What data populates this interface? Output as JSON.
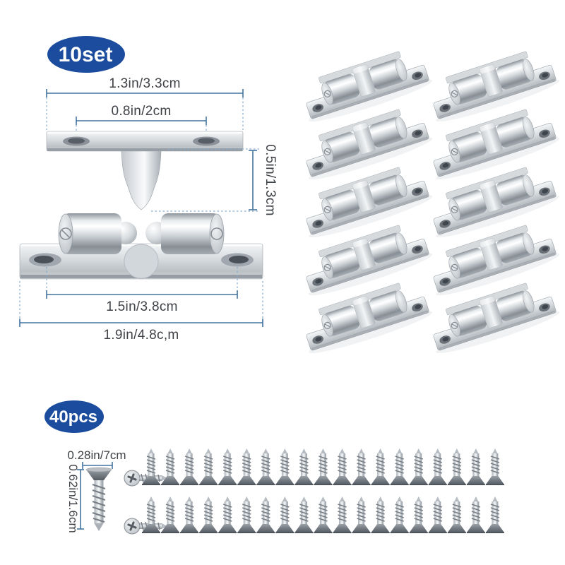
{
  "product": {
    "catch_sets_badge": "10set",
    "screws_badge": "40pcs",
    "catch_count": 10,
    "catch_columns": 2,
    "catch_rows": 5,
    "screw_rows": 2,
    "vertical_screws_per_row": 19,
    "horizontal_screws_per_row": 1,
    "total_screws": 40
  },
  "dimensions": {
    "strike_plate_width": "1.3in/3.3cm",
    "strike_plate_hole_spacing": "0.8in/2cm",
    "strike_plate_height": "0.5in/1.3cm",
    "catch_hole_spacing": "1.5in/3.8cm",
    "catch_length": "1.9in/4.8c,m",
    "screw_head_width": "0.28in/7cm",
    "screw_length": "0.62in/1.6cm"
  },
  "colors": {
    "badge": "#1b4c9e",
    "badge_text": "#ffffff",
    "dimension_line": "#44749f",
    "dimension_text": "#3e4145"
  }
}
